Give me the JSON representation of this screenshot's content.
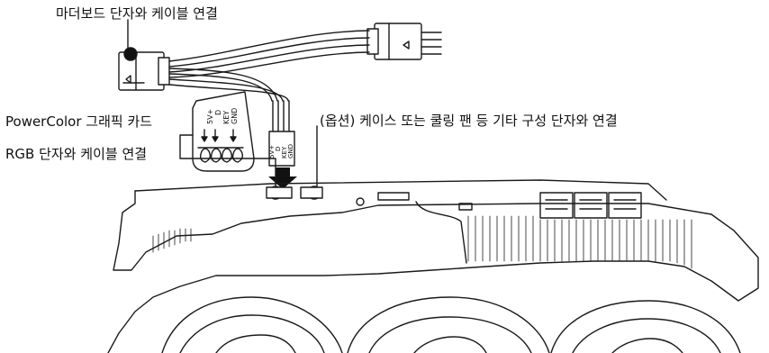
{
  "labels": {
    "motherboard_connection": "마더보드 단자와 케이블 연결",
    "gpu_connection_line1": "PowerColor 그래픽 카드",
    "gpu_connection_line2": "RGB 단자와 케이블 연결",
    "optional_connection": "(옵션) 케이스 또는 쿨링 팬 등 기타 구성 단자와 연결"
  },
  "pin_labels": [
    "5V+",
    "D",
    "KEY",
    "GND"
  ],
  "colors": {
    "line": "#1a1a1a",
    "background": "#ffffff"
  }
}
